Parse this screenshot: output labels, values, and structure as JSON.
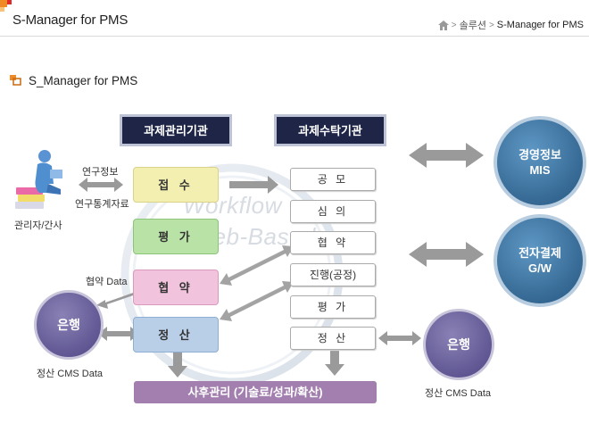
{
  "header": {
    "title": "S-Manager for PMS",
    "breadcrumb": [
      "솔루션",
      "S-Manager for PMS"
    ]
  },
  "section": {
    "title": "S_Manager for PMS"
  },
  "diagram": {
    "org_left": "과제관리기관",
    "org_right": "과제수탁기관",
    "left_steps": [
      "접 수",
      "평 가",
      "협 약",
      "정 산"
    ],
    "right_steps": [
      "공 모",
      "심 의",
      "협 약",
      "진행(공정)",
      "평 가",
      "정 산"
    ],
    "after_care": "사후관리 (기술료/성과/확산)",
    "watermark": [
      "Workflow",
      "Web-Based"
    ],
    "user_label": "관리자/간사",
    "research_info": "연구정보",
    "research_stats": "연구통계자료",
    "agreement_data": "협약 Data",
    "bank": "은행",
    "settle_cms_left": "정산 CMS Data",
    "settle_cms_right": "정산 CMS Data",
    "mis": [
      "경영정보",
      "MIS"
    ],
    "gw": [
      "전자결제",
      "G/W"
    ]
  },
  "colors": {
    "header_box": "#1e2547",
    "accept": "#f3efb0",
    "evaluate": "#b9e3a6",
    "agreement": "#f2c3dc",
    "settle": "#b9cfe8",
    "after_care": "#a27fae",
    "circle_blue": "#2f6b96",
    "circle_purple": "#5d5391"
  }
}
